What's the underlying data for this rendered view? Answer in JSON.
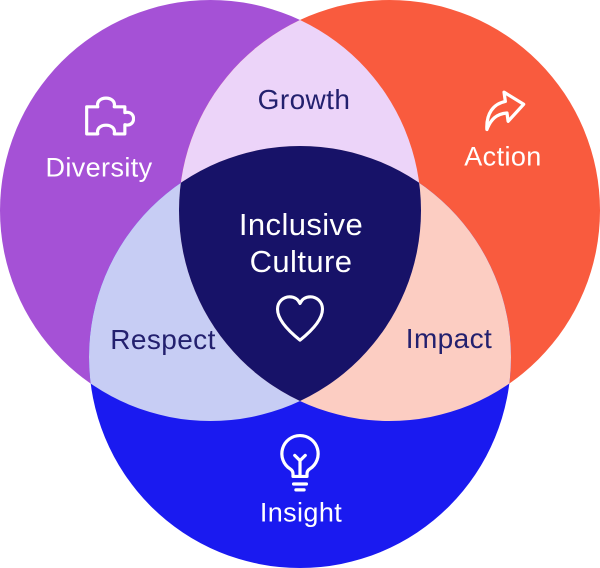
{
  "background": "#ffffff",
  "diagram": {
    "type": "venn",
    "title": "Inclusive Culture",
    "center": {
      "line1": "Inclusive",
      "line2": "Culture",
      "icon": "heart-icon",
      "color": "#171268",
      "text_color": "#ffffff"
    },
    "circles": [
      {
        "label": "Diversity",
        "icon": "puzzle-icon",
        "color": "#a551d6",
        "text_color": "#ffffff"
      },
      {
        "label": "Action",
        "icon": "arrow-icon",
        "color": "#f95b3e",
        "text_color": "#ffffff"
      },
      {
        "label": "Insight",
        "icon": "lightbulb-icon",
        "color": "#1a1af0",
        "text_color": "#ffffff"
      }
    ],
    "overlaps": [
      {
        "label": "Growth",
        "between": "Diversity + Action",
        "color": "#ecd4f9"
      },
      {
        "label": "Respect",
        "between": "Diversity + Insight",
        "color": "#c7cdf4"
      },
      {
        "label": "Impact",
        "between": "Action + Insight",
        "color": "#fccdc2"
      }
    ],
    "overlap_label_color": "#23206e"
  }
}
